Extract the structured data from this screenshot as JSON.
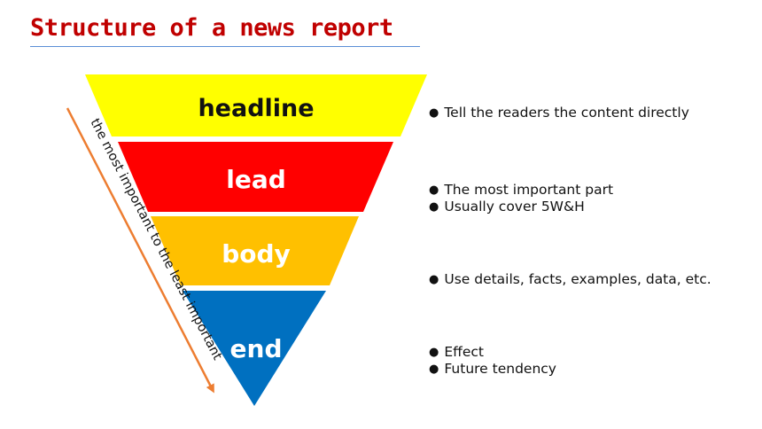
{
  "title": "Structure of a news report",
  "arrow_label": "the most important to the least important",
  "layers": [
    {
      "label": "headline",
      "color": "#ffff00",
      "text_color": "#111111"
    },
    {
      "label": "lead",
      "color": "#ff0000",
      "text_color": "#ffffff"
    },
    {
      "label": "body",
      "color": "#ffc000",
      "text_color": "#ffffff"
    },
    {
      "label": "end",
      "color": "#0070c0",
      "text_color": "#ffffff"
    }
  ],
  "notes": [
    {
      "items": [
        "Tell the readers the content directly"
      ]
    },
    {
      "items": [
        "The most important part",
        "Usually cover 5W&H"
      ]
    },
    {
      "items": [
        "Use details, facts, examples, data, etc."
      ]
    },
    {
      "items": [
        "Effect",
        "Future tendency"
      ]
    }
  ],
  "bullet_symbol": "●",
  "colors": {
    "title": "#c00000",
    "rule": "#5b8fd6",
    "arrow": "#ed7d31"
  }
}
